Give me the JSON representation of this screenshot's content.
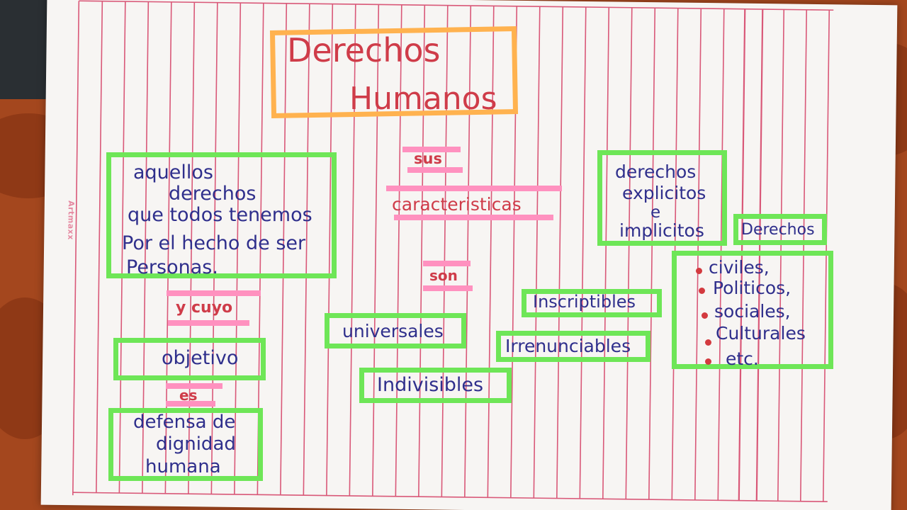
{
  "title": {
    "line1": "Derechos",
    "line2": "Humanos"
  },
  "definition": {
    "line1": "aquellos",
    "line2": "derechos",
    "line3": "que todos tenemos",
    "line4": "Por el hecho de ser",
    "line5": "Personas."
  },
  "connectors": {
    "y_cuyo": "y cuyo",
    "objetivo": "objetivo",
    "es": "es",
    "sus": "sus",
    "caracteristicas": "caracteristicas",
    "son": "son"
  },
  "purpose": {
    "line1": "defensa de",
    "line2": "dignidad",
    "line3": "humana"
  },
  "characteristics": [
    "universales",
    "Indivisibles",
    "Inscriptibles",
    "Irrenunciables"
  ],
  "explicit_box": {
    "line1": "derechos",
    "line2": "explicitos",
    "line3": "e",
    "line4": "implicitos"
  },
  "rights_box": {
    "title": "Derechos",
    "items": [
      "civiles,",
      "Politicos,",
      "sociales,",
      "Culturales",
      "etc."
    ]
  },
  "brand": "Artmaxx",
  "colors": {
    "ink_blue": "#2f2f8c",
    "ink_red": "#cf3c49",
    "green_marker": "#6ee657",
    "orange_marker": "#ffb24f",
    "pink_marker": "#ff91bf",
    "paper": "#f7f5f3",
    "page_lines": "#d95878"
  }
}
